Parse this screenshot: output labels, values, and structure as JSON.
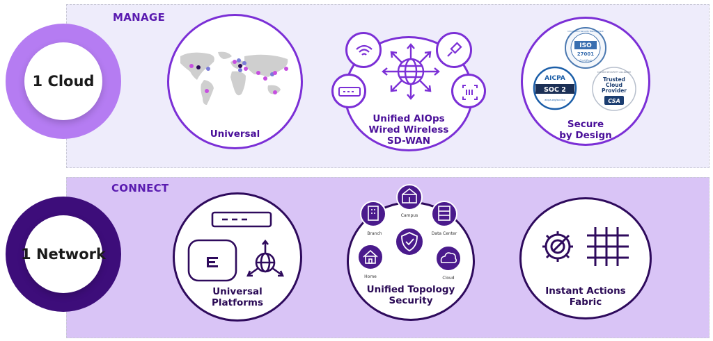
{
  "manage": {
    "label": "MANAGE",
    "ring_label": "1 Cloud",
    "cards": [
      {
        "caption": "Universal"
      },
      {
        "caption_lines": [
          "Unified AIOps",
          "Wired Wireless",
          "SD-WAN"
        ]
      },
      {
        "caption_lines": [
          "Secure",
          "by Design"
        ],
        "badges": {
          "iso_top": "Information Security Management",
          "iso_main": "ISO",
          "iso_num": "27001",
          "iso_bottom": "Certified",
          "aicpa": "AICPA",
          "soc": "SOC 2",
          "soc_sub": "aicpa.org/soc4so",
          "csa_top": "CLOUD SECURITY ALLIANCE",
          "csa_l1": "Trusted",
          "csa_l2": "Cloud",
          "csa_l3": "Provider",
          "csa_logo": "CSA"
        }
      }
    ]
  },
  "connect": {
    "label": "CONNECT",
    "ring_label": "1 Network",
    "cards": [
      {
        "caption_lines": [
          "Universal",
          "Platforms"
        ]
      },
      {
        "caption_lines": [
          "Unified Topology",
          "Security"
        ],
        "nodes": {
          "campus": "Campus",
          "branch": "Branch",
          "datacenter": "Data Center",
          "home": "Home",
          "cloud": "Cloud"
        }
      },
      {
        "caption_lines": [
          "Instant Actions",
          "Fabric"
        ]
      }
    ]
  },
  "colors": {
    "accent": "#7b2fd6",
    "dark": "#2e0a5c",
    "manage_bg": "#eeecfb",
    "connect_bg": "#d9c4f6"
  }
}
